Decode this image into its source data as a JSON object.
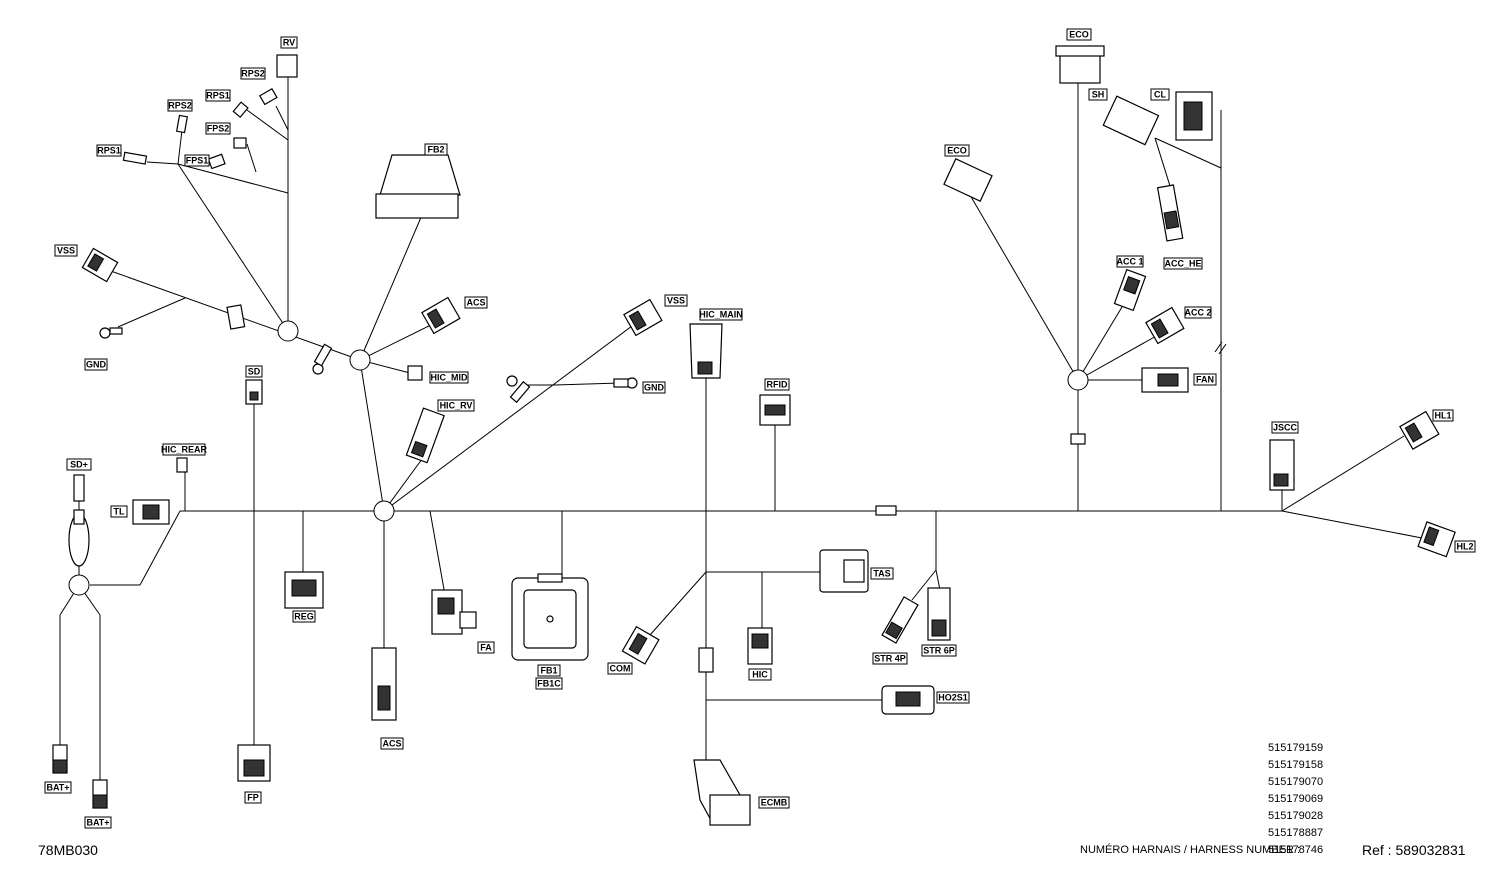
{
  "labels": {
    "RV": "RV",
    "RPS2_top": "RPS2",
    "RPS1_top": "RPS1",
    "RPS2_left": "RPS2",
    "FPS2": "FPS2",
    "RPS1_left": "RPS1",
    "FPS1": "FPS1",
    "FB2": "FB2",
    "VSS_left": "VSS",
    "ACS_top": "ACS",
    "GND_left": "GND",
    "HIC_MID": "HIC_MID",
    "SD": "SD",
    "HIC_RV": "HIC_RV",
    "VSS_mid": "VSS",
    "GND_mid": "GND",
    "HIC_MAIN": "HIC_MAIN",
    "RFID": "RFID",
    "HIC_REAR": "HIC_REAR",
    "SD_plus": "SD+",
    "TL": "TL",
    "REG": "REG",
    "FA": "FA",
    "ACS_bottom": "ACS",
    "FP": "FP",
    "BAT_plus_1": "BAT+",
    "BAT_plus_2": "BAT+",
    "FB1": "FB1",
    "FB1C": "FB1C",
    "COM": "COM",
    "HIC": "HIC",
    "TAS": "TAS",
    "STR4P": "STR 4P",
    "STR6P": "STR 6P",
    "HO2S1": "HO2S1",
    "ECMB": "ECMB",
    "ECO_top": "ECO",
    "SH": "SH",
    "CL": "CL",
    "ECO_left": "ECO",
    "ACC1": "ACC 1",
    "ACC_HE": "ACC_HE",
    "ACC2": "ACC 2",
    "FAN": "FAN",
    "JSCC": "JSCC",
    "HL1": "HL1",
    "HL2": "HL2"
  },
  "harness_numbers": [
    "515179159",
    "515179158",
    "515179070",
    "515179069",
    "515179028",
    "515178887",
    "515178746"
  ],
  "harness_label": "NUMÉRO HARNAIS / HARNESS NUMBER :",
  "ref": "Ref : 589032831",
  "drawing_code": "78MB030"
}
